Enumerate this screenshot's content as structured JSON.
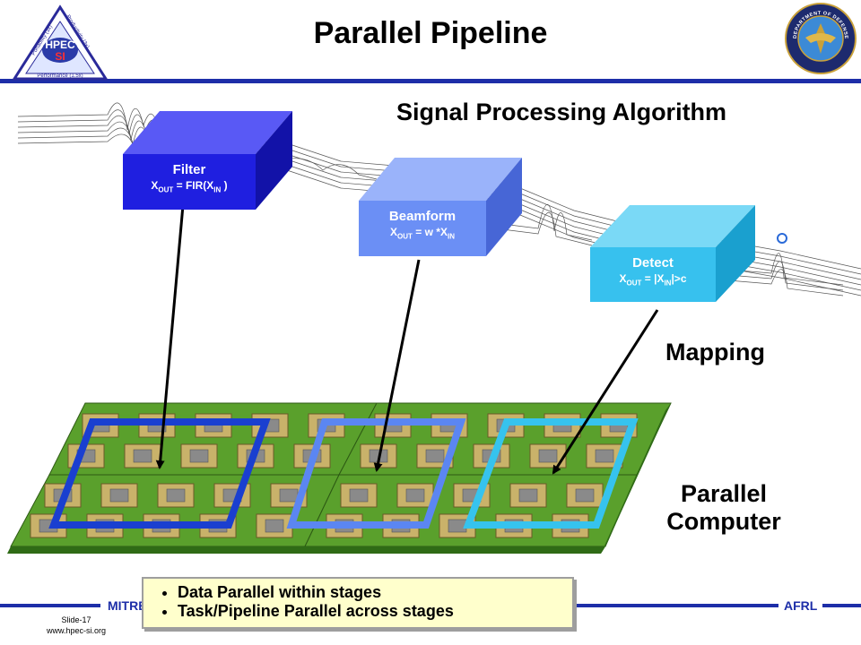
{
  "title": "Parallel Pipeline",
  "logos": {
    "left": {
      "text_top": "HPEC",
      "text_bottom": "SI",
      "ring_left": "Portability (3x)",
      "ring_right": "Productivity (3x)",
      "ring_bottom": "Performance (1.5x)"
    },
    "right": {
      "text": "DEPARTMENT OF DEFENSE · UNITED STATES OF AMERICA"
    }
  },
  "headings": {
    "signal_processing": "Signal Processing Algorithm",
    "mapping": "Mapping",
    "parallel_computer_line1": "Parallel",
    "parallel_computer_line2": "Computer"
  },
  "stages": [
    {
      "name": "Filter",
      "formula_a": "X",
      "formula_a_sub": "OUT",
      "formula_b": " = FIR(X",
      "formula_b_sub": "IN",
      "formula_c": " )",
      "color_front": "#1f1fe0",
      "color_top": "#5959f5",
      "color_side": "#1212a8"
    },
    {
      "name": "Beamform",
      "formula_a": "X",
      "formula_a_sub": "OUT",
      "formula_b": " = w *X",
      "formula_b_sub": "IN",
      "formula_c": "",
      "color_front": "#6b8ff5",
      "color_top": "#9ab3fa",
      "color_side": "#4766d6"
    },
    {
      "name": "Detect",
      "formula_a": "X",
      "formula_a_sub": "OUT",
      "formula_b": " = |X",
      "formula_b_sub": "IN",
      "formula_c": "|>c",
      "color_front": "#37c1ee",
      "color_top": "#7ad9f6",
      "color_side": "#1aa0cf"
    }
  ],
  "bullets": [
    "Data Parallel within stages",
    "Task/Pipeline Parallel across stages"
  ],
  "footer": {
    "left": "MITRE",
    "right": "AFRL",
    "slide_line1": "Slide-17",
    "slide_line2": "www.hpec-si.org"
  },
  "colors": {
    "bar": "#1d2ea8",
    "board": "#5aa02c",
    "stage1": "#1a3fd0",
    "stage2": "#5b86f2",
    "stage3": "#36c3ee",
    "bullet_box": "#ffffcc"
  }
}
